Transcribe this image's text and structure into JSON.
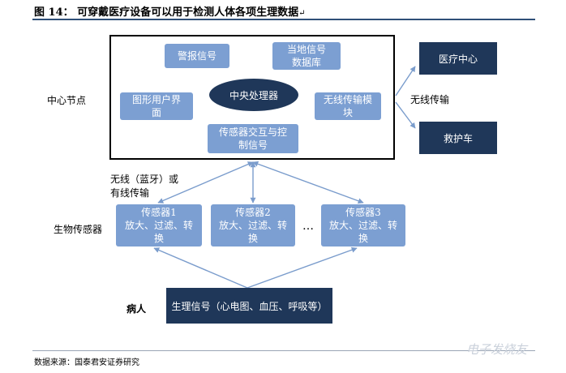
{
  "figure": {
    "title": "图 14：  可穿戴医疗设备可以用于检测人体各项生理数据",
    "return_mark": "↵",
    "source": "数据来源：国泰君安证券研究"
  },
  "center_node": {
    "label": "中心节点",
    "alarm": "警报信号",
    "local_db": "当地信号数据库",
    "gui": "图形用户界面",
    "cpu": "中央处理器",
    "wireless_module": "无线传输模块",
    "sensor_control": "传感器交互与控制信号"
  },
  "wireless_out": {
    "label": "无线传输",
    "targets": [
      "医疗中心",
      "救护车"
    ]
  },
  "link_label": [
    "无线（蓝牙）或",
    "有线传输"
  ],
  "bio_sensors": {
    "label": "生物传感器",
    "items": [
      {
        "title": "传感器1",
        "desc": "放大、过滤、转换"
      },
      {
        "title": "传感器2",
        "desc": "放大、过滤、转换"
      },
      {
        "title": "传感器3",
        "desc": "放大、过滤、转换"
      }
    ],
    "ellipsis": "…"
  },
  "patient": {
    "label": "病人",
    "signals": "生理信号（心电图、血压、呼吸等）"
  },
  "watermark": "电子发烧友",
  "colors": {
    "light_box": "#7c9fd2",
    "dark_box": "#1f3759",
    "arrow": "#7a9ccc"
  }
}
